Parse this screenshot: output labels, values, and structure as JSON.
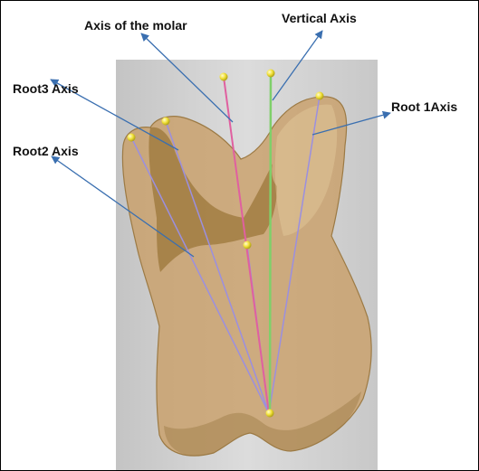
{
  "labels": {
    "molar_axis": "Axis of the molar",
    "vertical_axis": "Vertical Axis",
    "root3_axis": "Root3 Axis",
    "root2_axis": "Root2 Axis",
    "root1_axis": "Root 1Axis"
  },
  "colors": {
    "annotation_arrow": "#3a6fb0",
    "molar_axis_line": "#e060a0",
    "vertical_axis_line": "#7fd06a",
    "root_axis_lines": "#9b8fe0",
    "marker": "#f2e23a",
    "tooth_fill": "#c9a06a",
    "tooth_dark": "#8a6420",
    "backdrop": "#d2d2d2"
  }
}
